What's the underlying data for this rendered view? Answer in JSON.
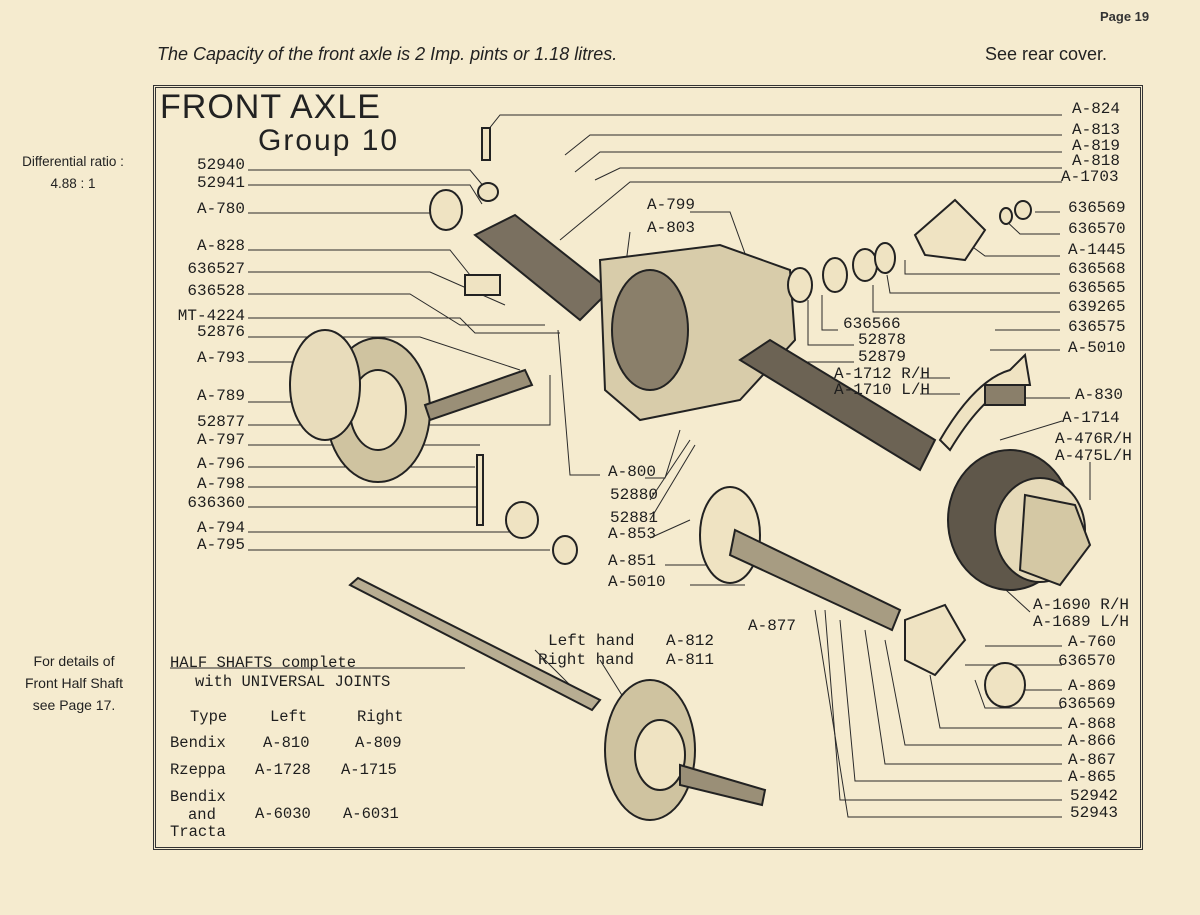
{
  "page": {
    "number": "Page 19"
  },
  "header": {
    "capacity_note": "The Capacity of the front axle is 2 Imp. pints or 1.18 litres.",
    "see_rear_cover": "See rear cover."
  },
  "side_notes": {
    "differential_label": "Differential ratio :",
    "differential_value": "4.88 : 1",
    "half_shaft_note": [
      "For details of",
      "Front Half Shaft",
      "see Page 17."
    ]
  },
  "diagram": {
    "title": "FRONT AXLE",
    "subtitle": "Group 10",
    "left_labels": [
      "52940",
      "52941",
      "A-780",
      "A-828",
      "636527",
      "636528",
      "MT-4224",
      "52876",
      "A-793",
      "A-789",
      "52877",
      "A-797",
      "A-796",
      "A-798",
      "636360",
      "A-794",
      "A-795"
    ],
    "right_labels_top": [
      "A-824",
      "A-813",
      "A-819",
      "A-818",
      "A-1703",
      "636569",
      "636570",
      "A-1445",
      "636568",
      "636565",
      "639265",
      "636575",
      "A-5010",
      "A-830",
      "A-1714",
      "A-476R/H",
      "A-475L/H"
    ],
    "middle_labels": [
      "636566",
      "52878",
      "52879",
      "A-1712 R/H",
      "A-1710 L/H",
      "A-799",
      "A-803",
      "A-800",
      "52880",
      "52881",
      "A-853",
      "A-851",
      "A-5010",
      "A-877",
      "A-1690 R/H",
      "A-1689 L/H"
    ],
    "right_labels_bottom": [
      "A-760",
      "636570",
      "A-869",
      "636569",
      "A-868",
      "A-866",
      "A-867",
      "A-865",
      "52942",
      "52943"
    ],
    "hand_labels": [
      {
        "side": "Left hand",
        "part": "A-812"
      },
      {
        "side": "Right hand",
        "part": "A-811"
      }
    ]
  },
  "half_shafts": {
    "title_line1": "HALF SHAFTS complete",
    "title_line2": "with UNIVERSAL JOINTS",
    "headers": [
      "Type",
      "Left",
      "Right"
    ],
    "rows": [
      {
        "type": "Bendix",
        "left": "A-810",
        "right": "A-809"
      },
      {
        "type": "Rzeppa",
        "left": "A-1728",
        "right": "A-1715"
      },
      {
        "type": [
          "Bendix",
          "and",
          "Tracta"
        ],
        "left": "A-6030",
        "right": "A-6031"
      }
    ]
  },
  "colors": {
    "paper": "#f5ebcf",
    "ink": "#222222"
  }
}
